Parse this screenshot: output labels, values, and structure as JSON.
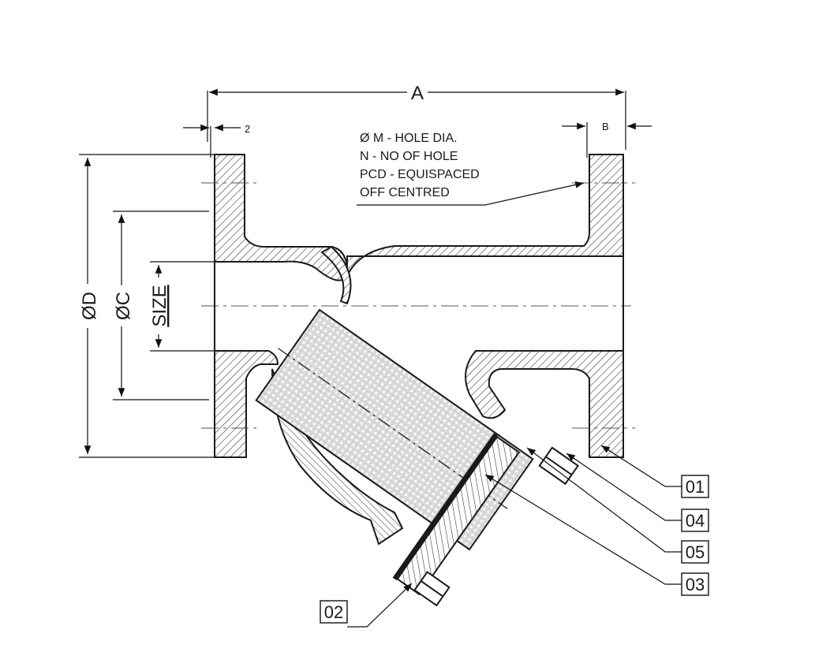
{
  "dimensions": {
    "a": "A",
    "b": "B",
    "d": "ØD",
    "c": "ØC",
    "size": "SIZE",
    "two": "2"
  },
  "note_lines": [
    "Ø M - HOLE DIA.",
    "N - NO OF HOLE",
    "PCD - EQUISPACED",
    "OFF CENTRED"
  ],
  "callouts": [
    {
      "id": "01",
      "label": "01"
    },
    {
      "id": "04",
      "label": "04"
    },
    {
      "id": "05",
      "label": "05"
    },
    {
      "id": "03",
      "label": "03"
    },
    {
      "id": "02",
      "label": "02"
    }
  ]
}
